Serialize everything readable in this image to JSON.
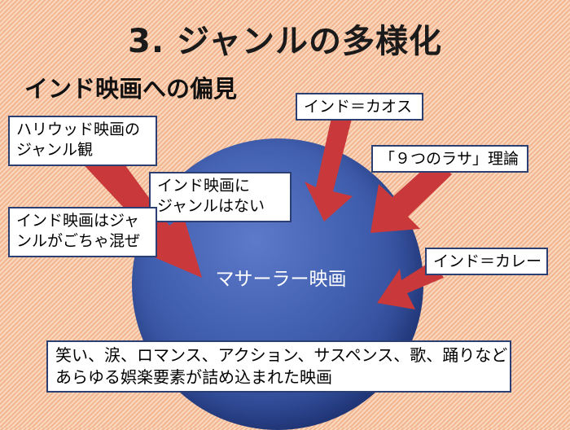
{
  "slide": {
    "title": "3. ジャンルの多様化",
    "subtitle": "インド映画への偏見",
    "center_label": "マサーラー映画",
    "colors": {
      "arrow": "#c9393b",
      "globe": "#4260b0",
      "box_border": "#2c3f73",
      "background": "#f6c7a4"
    }
  },
  "boxes": {
    "hollywood": [
      "ハリウッド映画の",
      "ジャンル観"
    ],
    "no_genre": [
      "インド映画に",
      "ジャンルはない"
    ],
    "mixed": [
      "インド映画はジャ",
      "ンルがごちゃ混ぜ"
    ],
    "chaos": "インド＝カオス",
    "rasa": "「９つのラサ」理論",
    "curry": "インド＝カレー",
    "bottom": [
      "笑い、涙、ロマンス、アクション、サスペンス、歌、踊りなど",
      "あらゆる娯楽要素が詰め込まれた映画"
    ]
  }
}
